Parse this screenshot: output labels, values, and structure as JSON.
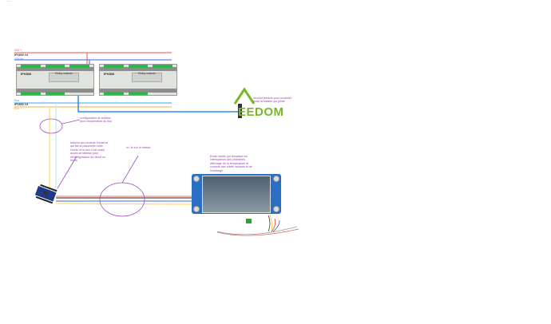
{
  "corner_label": "~~~",
  "bus_top": {
    "line1": "24V +",
    "line2": "IPX800 V4",
    "line3": "12V dc"
  },
  "bus_bottom": {
    "line1": "Bus -",
    "line2": "IPX800 V4",
    "line3": "Bus +"
  },
  "ipx_modules": [
    {
      "logo": "IPX800",
      "subtitle": "Relay outputs"
    },
    {
      "logo": "IPX800",
      "subtitle": "Relay outputs"
    }
  ],
  "jeedom": {
    "logo_text": "EEDOM",
    "note": "serveur jeedom pour controler toute la maison qui pilote"
  },
  "annotations": {
    "arduino_config": "configuration de arduino pour recuperation du bus",
    "arduino_desc": "arduino qui controle l'ecran et qui fait la passerelle entre l'ecran et le bus il est aussi acces de tableau pour reconfiguration du circuit ou tiroirs",
    "serial_link": "rx / tx sur le reseau",
    "screen_desc": "Ecran tactile qui remplace les interrupteurs des chambres. Affichage de la temperature et controle des volets roulants et de l'eclairage"
  },
  "colors": {
    "red": "#e8505a",
    "blue": "#4a5ee8",
    "cyan": "#3aa8e8",
    "orange": "#f5b040",
    "yellow": "#f5dc50",
    "annotation": "#9a3fb0",
    "jeedom_green": "#7ab62a"
  }
}
